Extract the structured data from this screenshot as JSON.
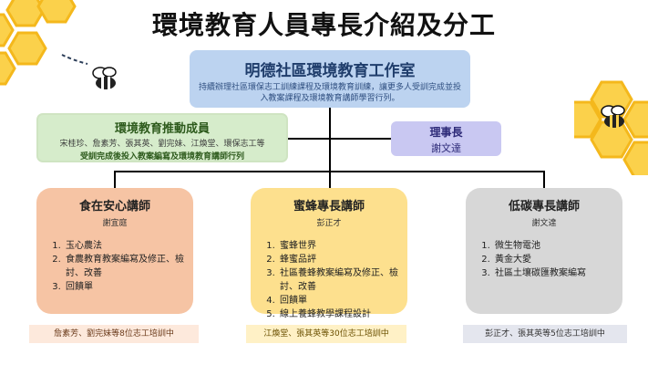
{
  "title": "環境教育人員專長介紹及分工",
  "center": {
    "heading": "明德社區環境教育工作室",
    "desc": "持續辦理社區環保志工訓練課程及環境教育訓練，讓更多人受訓完成並投入教案課程及環境教育講師學習行列。"
  },
  "promoters": {
    "heading": "環境教育推動成員",
    "members": "宋桂珍、詹素芳、張其英、劉完妹、江煥堂、環保志工等",
    "note": "受訓完成後投入教案編寫及環境教育講師行列"
  },
  "director": {
    "title": "理事長",
    "name": "謝文達"
  },
  "cards": [
    {
      "heading": "食在安心講師",
      "person": "謝宜庭",
      "items": [
        "玉心農法",
        "食農教育教案編寫及修正、檢討、改善",
        "回饋單"
      ],
      "footer": "詹素芳、劉完妹等8位志工培訓中"
    },
    {
      "heading": "蜜蜂專長講師",
      "person": "彭正才",
      "items": [
        "蜜蜂世界",
        "蜂蜜品評",
        "社區養蜂教案編寫及修正、檢討、改善",
        "回饋單",
        "線上養蜂教學課程設計"
      ],
      "footer": "江煥堂、張其英等30位志工培訓中"
    },
    {
      "heading": "低碳專長講師",
      "person": "謝文達",
      "items": [
        "微生物電池",
        "黃金大愛",
        "社區土壤碳匯教案編寫"
      ],
      "footer": "彭正才、張其英等5位志工培訓中"
    }
  ],
  "colors": {
    "honey": "#f8c431",
    "promo_bg": "#d6eccb",
    "center_bg": "#bcd3f0",
    "director_bg": "#c9c8f2"
  },
  "icons": [
    "honeycomb-icon",
    "bee-icon"
  ]
}
